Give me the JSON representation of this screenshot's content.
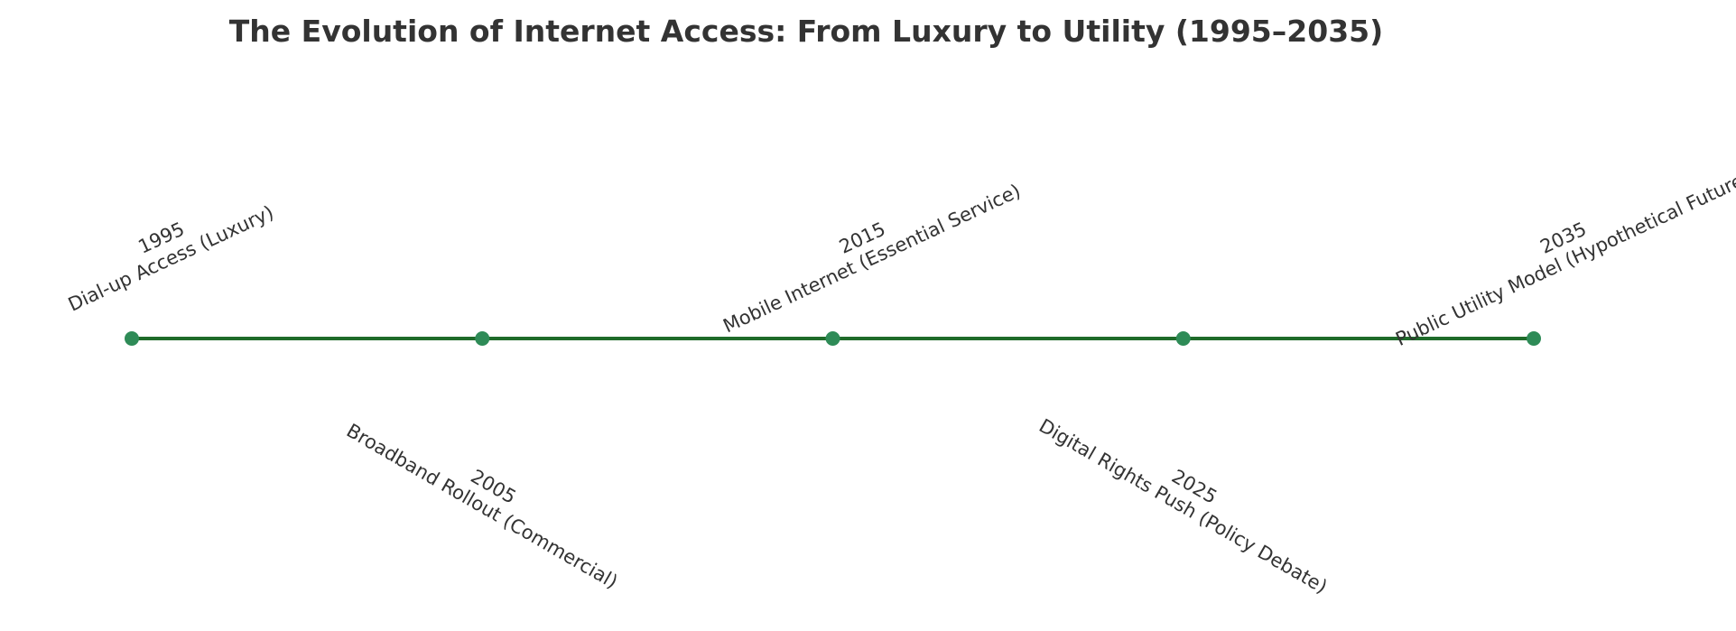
{
  "title": "The Evolution of Internet Access: From Luxury to Utility (1995–2035)",
  "colors": {
    "line": "#1f6b2a",
    "marker": "#2e8b57",
    "text": "#333333"
  },
  "events": [
    {
      "year": "1995",
      "description": "Dial-up Access (Luxury)",
      "side": "above"
    },
    {
      "year": "2005",
      "description": "Broadband Rollout (Commercial)",
      "side": "below"
    },
    {
      "year": "2015",
      "description": "Mobile Internet (Essential Service)",
      "side": "above"
    },
    {
      "year": "2025",
      "description": "Digital Rights Push (Policy Debate)",
      "side": "below"
    },
    {
      "year": "2035",
      "description": "Public Utility Model (Hypothetical Future)",
      "side": "above"
    }
  ]
}
